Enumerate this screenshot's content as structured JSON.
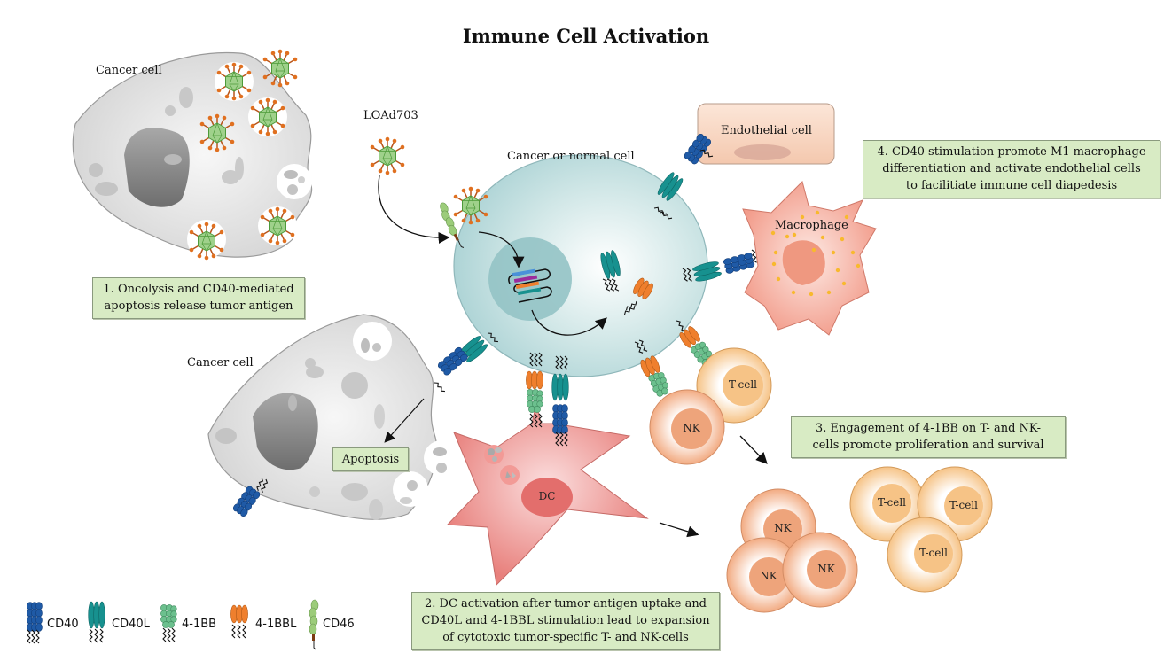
{
  "title": "Immune Cell Activation",
  "labels": {
    "cancer_cell_top": "Cancer cell",
    "cancer_cell_bottom": "Cancer cell",
    "virus": "LOAd703",
    "central_cell": "Cancer or normal cell",
    "endothelial": "Endothelial cell",
    "macrophage": "Macrophage",
    "dc": "DC",
    "apoptosis": "Apoptosis",
    "tcell": "T-cell",
    "nk": "NK"
  },
  "steps": [
    {
      "lines": [
        "1. Oncolysis and CD40-mediated",
        "apoptosis release tumor antigen"
      ]
    },
    {
      "lines": [
        "2. DC activation after tumor antigen uptake and",
        "CD40L and 4-1BBL stimulation lead to expansion",
        "of cytotoxic tumor-specific T- and NK-cells"
      ]
    },
    {
      "lines": [
        "3. Engagement of 4-1BB on T- and NK-",
        "cells promote proliferation and survival"
      ]
    },
    {
      "lines": [
        "4. CD40 stimulation promote M1 macrophage",
        "differentiation and activate endothelial cells",
        "to facilitiate immune cell diapedesis"
      ]
    }
  ],
  "legend": [
    {
      "key": "cd40",
      "label": "CD40",
      "color": "#1f5aa6"
    },
    {
      "key": "cd40l",
      "label": "CD40L",
      "color": "#17918f"
    },
    {
      "key": "41bb",
      "label": "4-1BB",
      "color": "#6cc08e"
    },
    {
      "key": "41bbl",
      "label": "4-1BBL",
      "color": "#ef7f2d"
    },
    {
      "key": "cd46",
      "label": "CD46",
      "color": "#9ccc7a"
    }
  ],
  "expanded_cells": {
    "nk_labels": [
      "NK",
      "NK",
      "NK"
    ],
    "tcell_labels": [
      "T-cell",
      "T-cell",
      "T-cell"
    ]
  },
  "colors": {
    "cancer_cell": "#d9d9d9",
    "central_cell": "#bfe0e0",
    "endothelial": "#f6d2bd",
    "macrophage": "#f3a08f",
    "dc": "#ec8a86",
    "nk": "#f4b48f",
    "tcell": "#f8cd94",
    "step_box": "#d8ebc4"
  }
}
